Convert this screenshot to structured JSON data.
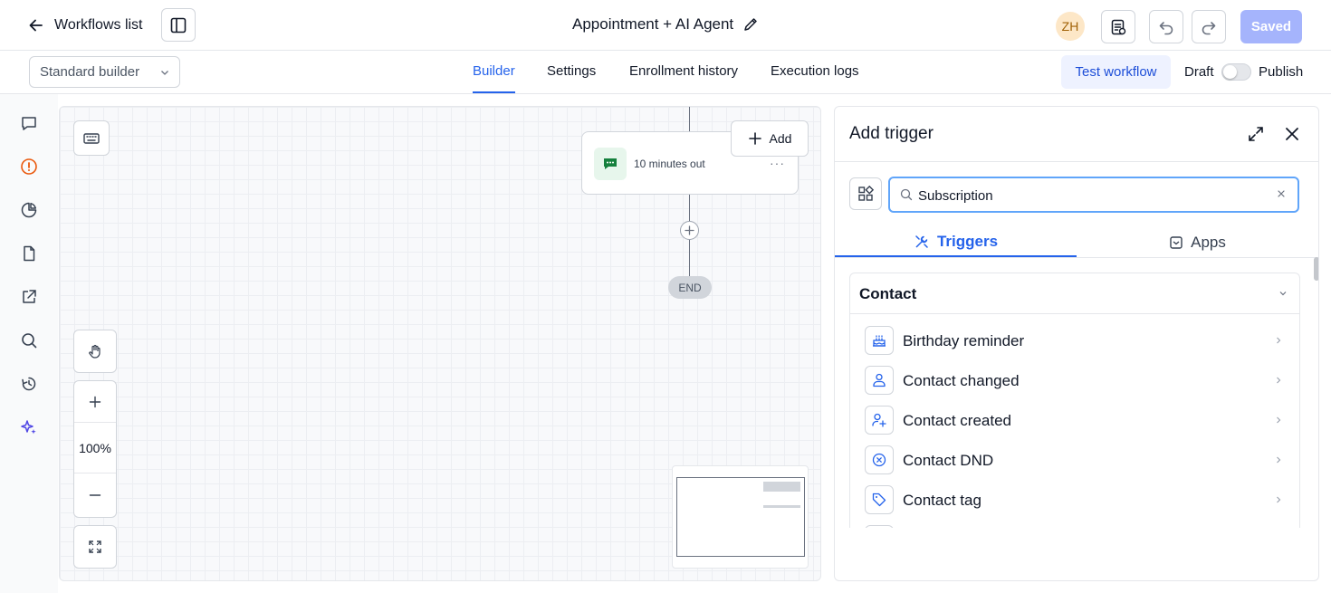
{
  "header": {
    "back_label": "Workflows list",
    "workflow_title": "Appointment + AI Agent",
    "avatar_initials": "ZH",
    "saved_label": "Saved"
  },
  "subbar": {
    "builder_select_value": "Standard builder",
    "tabs": [
      {
        "label": "Builder",
        "active": true
      },
      {
        "label": "Settings",
        "active": false
      },
      {
        "label": "Enrollment history",
        "active": false
      },
      {
        "label": "Execution logs",
        "active": false
      }
    ],
    "test_workflow_label": "Test workflow",
    "draft_label": "Draft",
    "publish_label": "Publish",
    "publish_toggle_on": false
  },
  "left_rail": {
    "icons": [
      "message-icon",
      "alert-circle-icon",
      "pie-chart-icon",
      "file-icon",
      "external-link-icon",
      "search-icon",
      "history-icon",
      "sparkles-icon"
    ]
  },
  "canvas": {
    "node_label": "10 minutes out",
    "node_menu": "···",
    "add_label": "Add",
    "end_label": "END",
    "zoom_level": "100%"
  },
  "panel": {
    "title": "Add trigger",
    "search_value": "Subscription",
    "tabs": [
      {
        "label": "Triggers",
        "active": true
      },
      {
        "label": "Apps",
        "active": false
      }
    ],
    "group_title": "Contact",
    "items": [
      {
        "label": "Birthday reminder",
        "icon": "cake-icon"
      },
      {
        "label": "Contact changed",
        "icon": "users-icon"
      },
      {
        "label": "Contact created",
        "icon": "user-plus-icon"
      },
      {
        "label": "Contact DND",
        "icon": "circle-x-icon"
      },
      {
        "label": "Contact tag",
        "icon": "tag-icon"
      }
    ]
  },
  "colors": {
    "accent": "#2563eb",
    "saved_button": "#a5b4fc",
    "test_button_bg": "#eef2ff",
    "node_icon": "#15803d",
    "sparkles": "#4f46e5",
    "alert": "#ea580c"
  }
}
